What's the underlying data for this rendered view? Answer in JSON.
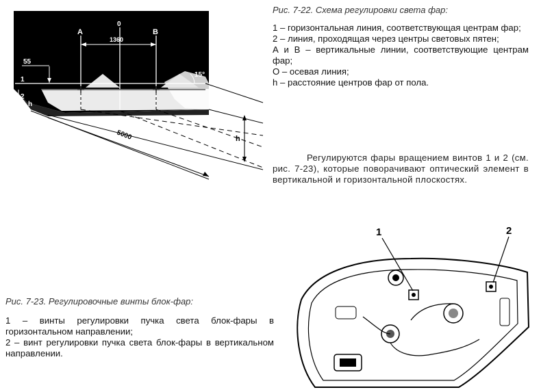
{
  "fig22": {
    "caption": "Рис. 7-22. Схема регулировки света фар:",
    "labels": {
      "o": "0",
      "a": "A",
      "b": "B",
      "distance_ab": "1360",
      "height_top": "55",
      "line1": "1",
      "line2": "2",
      "h_small": "h",
      "h_big": "h",
      "angle": "15°",
      "distance_floor": "5000"
    },
    "legend": [
      {
        "prefix": "1",
        "text": "1 – горизонтальная линия, соответствующая центрам фар;"
      },
      {
        "prefix": "2",
        "text": "2 – линия, проходящая через центры световых пятен;"
      },
      {
        "prefix": "AB",
        "text": "А и В – вертикальные линии, соответствующие центрам фар;"
      },
      {
        "prefix": "O",
        "text": "О – осевая линия;"
      },
      {
        "prefix": "h",
        "text": "h – расстояние центров фар от пола."
      }
    ],
    "paragraph": "Регулируются фары вращением винтов 1 и 2 (см. рис. 7-23), которые поворачивают оптический элемент в вертикальной и горизонтальной плоскостях."
  },
  "fig23": {
    "caption": "Рис. 7-23. Регулировочные винты блок-фар:",
    "labels": {
      "screw1": "1",
      "screw2": "2"
    },
    "legend": [
      {
        "text": "1 – винты регулировки пучка света блок-фары в горизонтальном направлении;"
      },
      {
        "text": "2 – винт регулировки пучка света блок-фары в вертикальном направлении."
      }
    ]
  }
}
